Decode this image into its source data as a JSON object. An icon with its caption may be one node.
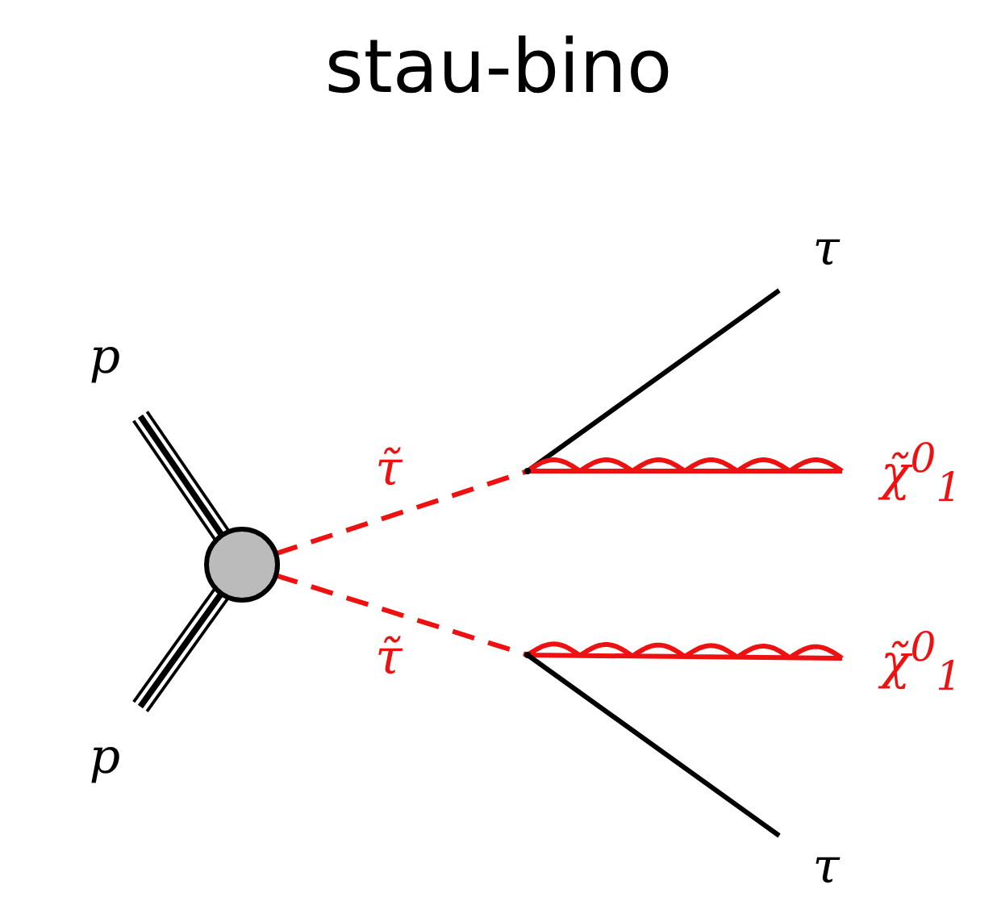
{
  "diagram": {
    "title": "stau-bino",
    "nodes": [
      {
        "text": [
          "p"
        ]
      },
      {
        "text": [
          "p"
        ]
      },
      {
        "text": [],
        "shape": "circle"
      },
      {
        "text": [],
        "shape": "point"
      },
      {
        "text": [],
        "shape": "point"
      },
      {
        "text": [
          "τ"
        ]
      },
      {
        "text": [
          "χ̃$^{0}$$_{1}$"
        ]
      },
      {
        "text": [
          "χ̃$^{0}$$_{1}$"
        ]
      },
      {
        "text": [
          "τ"
        ]
      }
    ],
    "edges": [
      {
        "from": 0,
        "to": 2,
        "arrow": "none",
        "style": "thick"
      },
      {
        "from": 1,
        "to": 2,
        "arrow": "none",
        "style": "thick"
      },
      {
        "from": 2,
        "to": 3,
        "arrow": "none",
        "label": "τ̃",
        "style": "dashed",
        "color": "#ee1111"
      },
      {
        "from": 2,
        "to": 4,
        "arrow": "none",
        "label": "τ̃",
        "style": "dashed",
        "color": "#ee1111"
      },
      {
        "from": 3,
        "to": 5,
        "arrow": "none"
      },
      {
        "from": 3,
        "to": 6,
        "arrow": "none",
        "color": "#ee1111"
      },
      {
        "from": 4,
        "to": 7,
        "arrow": "none",
        "color": "#ee1111"
      },
      {
        "from": 4,
        "to": 8,
        "arrow": "none"
      }
    ]
  }
}
